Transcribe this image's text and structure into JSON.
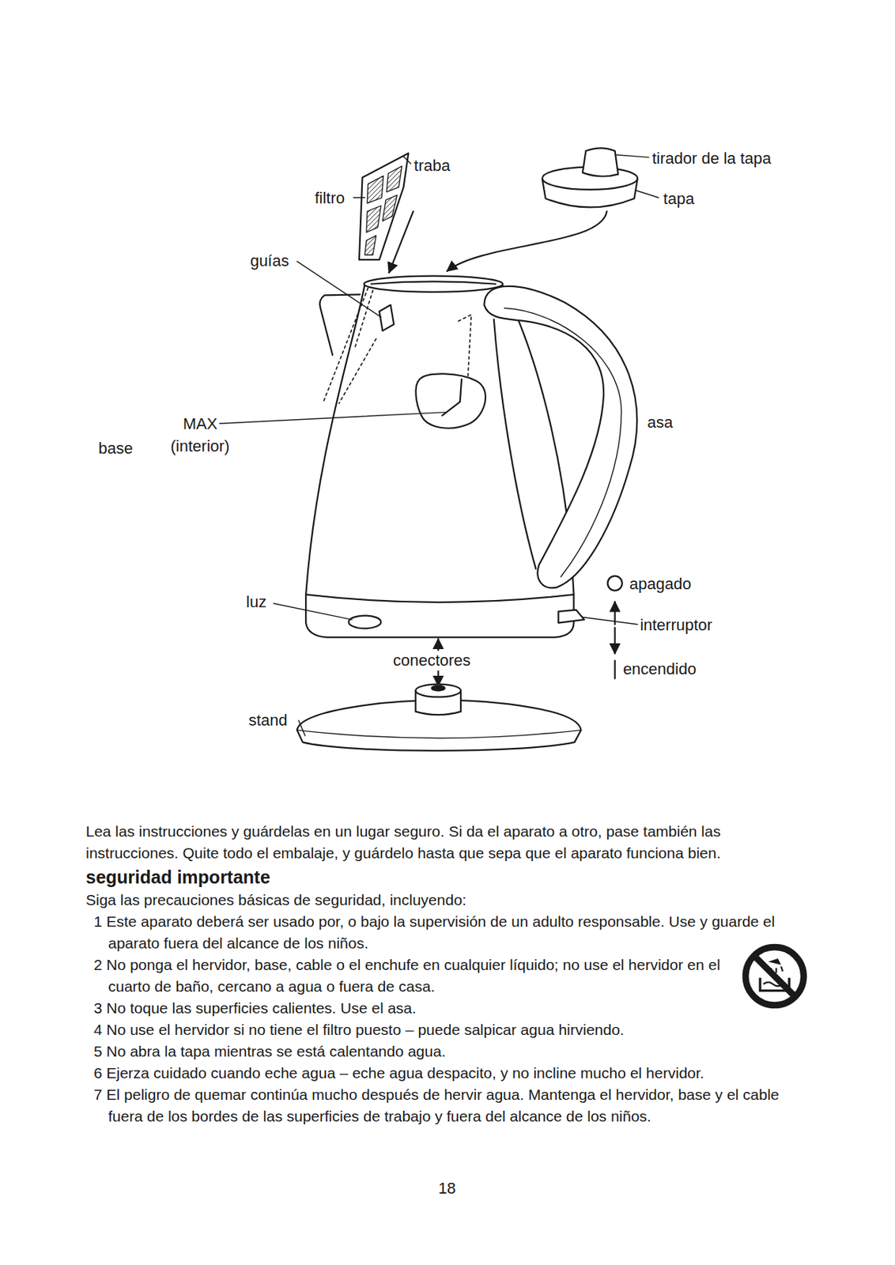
{
  "diagram": {
    "labels": [
      "traba",
      "filtro",
      "tirador de la tapa",
      "tapa",
      "guías",
      "MAX (interior)",
      "base",
      "asa",
      "luz",
      "apagado",
      "interruptor",
      "encendido",
      "conectores",
      "stand",
      "Lea las instrucciones y guárdelas en un lugar seguro. Si da el aparato a otro, pase también las instrucciones. Quite todo el embalaje, y guárdelo hasta que sepa que el aparato funciona bien.",
      "seguridad importante",
      "Siga las precauciones básicas de seguridad, incluyendo:",
      "1 Este aparato deberá ser usado por, o bajo la supervisión de un adulto responsable. Use y guarde el aparato fuera del alcance de los niños.",
      "2 No ponga el hervidor, base, cable o el enchufe en cualquier líquido; no use el hervidor en el cuarto de baño, cercano a agua o fuera de casa.",
      "3 No toque las superficies calientes. Use el asa.",
      "4 No use el hervidor si no tiene el filtro puesto – puede salpicar agua hirviendo.",
      "5 No abra la tapa mientras se está calentando agua.",
      "6 Ejerza cuidado cuando eche agua – eche agua despacito, y no incline mucho el hervidor.",
      "7 El peligro de quemar continúa mucho después de hervir agua. Mantenga el hervidor, base y el cable fuera de los bordes de las superficies de trabajo y fuera del alcance de los niños.",
      "18"
    ]
  }
}
